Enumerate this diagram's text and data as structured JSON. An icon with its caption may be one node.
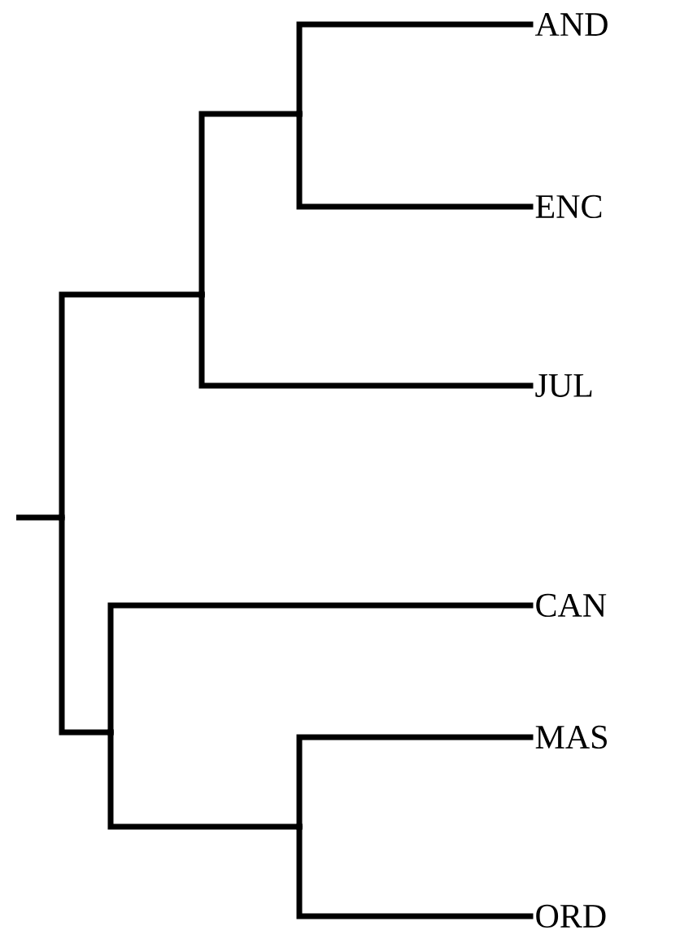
{
  "diagram": {
    "nodes": [
      {
        "text": [
          "AND"
        ]
      },
      {
        "text": [
          "ENC"
        ]
      },
      {
        "text": [
          "JUL"
        ]
      },
      {
        "text": [
          "CAN"
        ]
      },
      {
        "text": [
          "MAS"
        ]
      },
      {
        "text": [
          "ORD"
        ]
      },
      {
        "text": [],
        "shape": "point"
      },
      {
        "text": [],
        "shape": "point"
      },
      {
        "text": [],
        "shape": "point"
      },
      {
        "text": [],
        "shape": "point"
      },
      {
        "text": [],
        "shape": "point"
      }
    ],
    "edges": [
      {
        "from": null,
        "to": 6,
        "arrow": "none"
      },
      {
        "from": 6,
        "to": 7,
        "arrow": "none"
      },
      {
        "from": 7,
        "to": 8,
        "arrow": "none"
      },
      {
        "from": 8,
        "to": 0,
        "arrow": "none"
      },
      {
        "from": 8,
        "to": 1,
        "arrow": "none"
      },
      {
        "from": 7,
        "to": 2,
        "arrow": "none"
      },
      {
        "from": 6,
        "to": 9,
        "arrow": "none"
      },
      {
        "from": 9,
        "to": 3,
        "arrow": "none"
      },
      {
        "from": 9,
        "to": 10,
        "arrow": "none"
      },
      {
        "from": 10,
        "to": 4,
        "arrow": "none"
      },
      {
        "from": 10,
        "to": 5,
        "arrow": "none"
      }
    ]
  }
}
